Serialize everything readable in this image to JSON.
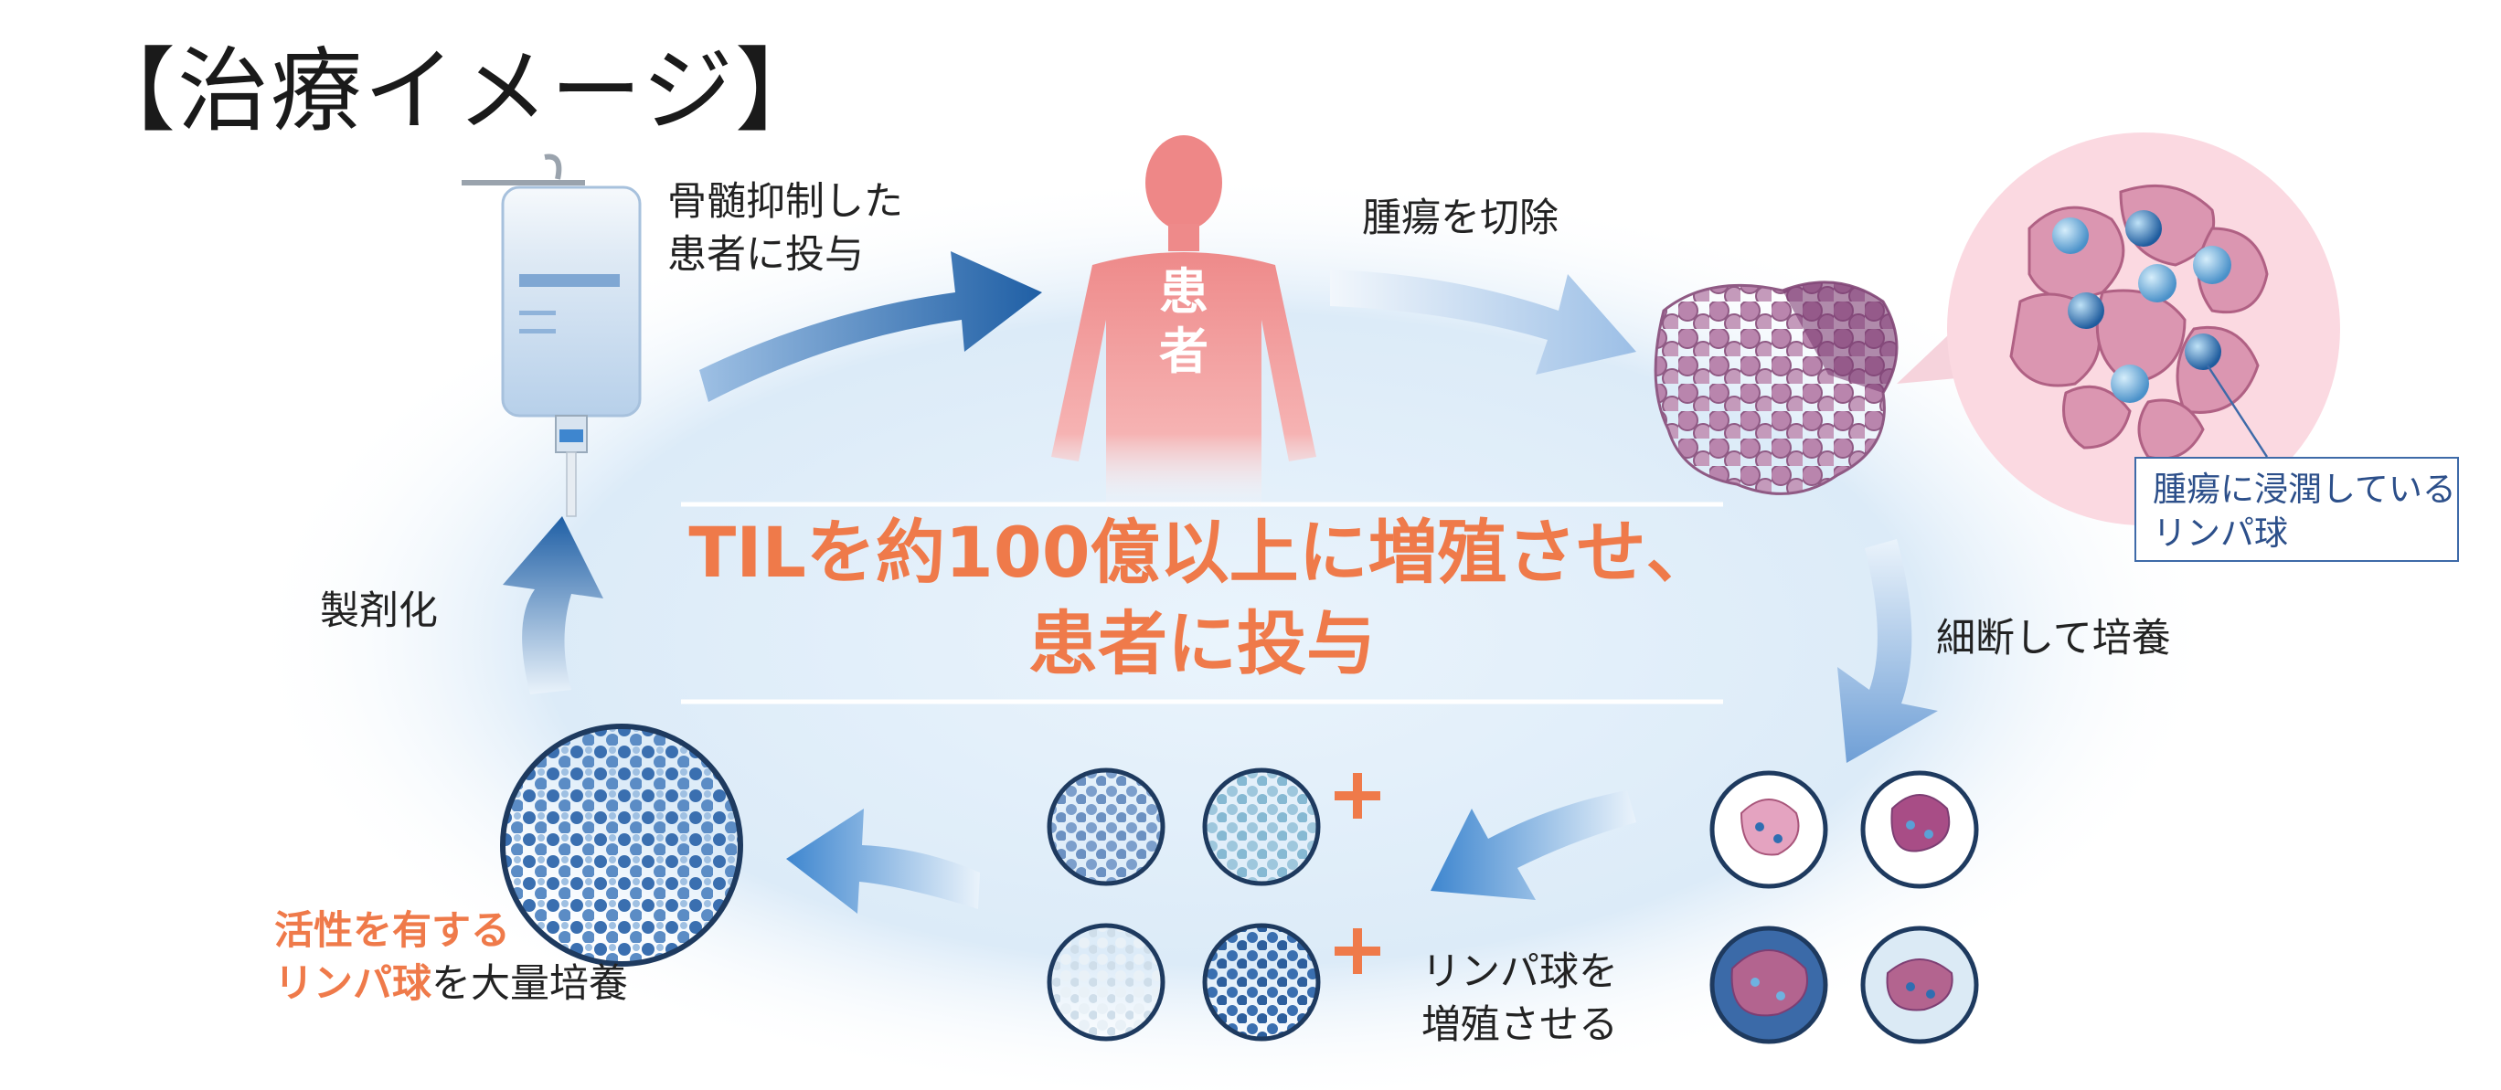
{
  "title": "【治療イメージ】",
  "patient": {
    "char_1": "患",
    "char_2": "者"
  },
  "steps": {
    "administer": [
      "骨髄抑制した",
      "患者に投与"
    ],
    "resect": "腫瘍を切除",
    "culture": "細断して培養",
    "proliferate": [
      "リンパ球を",
      "増殖させる"
    ],
    "mass_culture_highlight_1": "活性を有する",
    "mass_culture_highlight_2": "リンパ球",
    "mass_culture_rest": "を大量培養",
    "formulate": "製剤化"
  },
  "callout": [
    "腫瘍に浸潤している",
    "リンパ球"
  ],
  "center_message": [
    "TILを約100億以上に増殖させ、",
    "患者に投与"
  ],
  "plus_symbols": [
    "+",
    "+"
  ],
  "colors": {
    "accent_orange": "#ef7a4a",
    "arrow_dark_blue": "#1f5fa5",
    "arrow_light_blue": "#a9c8ea",
    "patient_pink": "#f19a9a",
    "tumor_purple": "#a86a98",
    "lymphocyte_blue": "#2f6eb1",
    "background_glow": "#e3f0fb"
  },
  "icons": [
    "iv-bag-icon",
    "human-silhouette-icon",
    "tumor-icon",
    "cell-magnified-icon",
    "petri-dish-icon",
    "arrow-icon"
  ]
}
